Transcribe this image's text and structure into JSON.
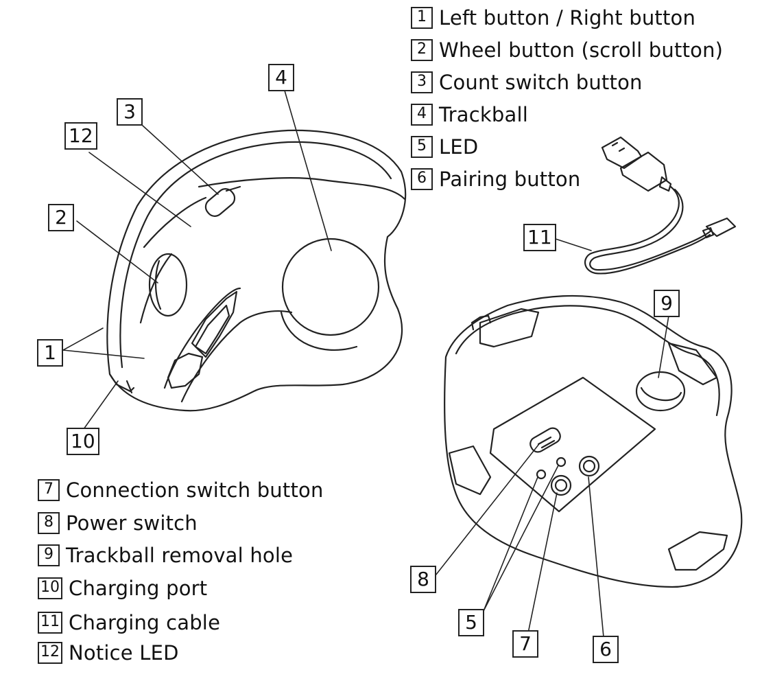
{
  "legend": [
    {
      "num": "1",
      "text": "Left button / Right button"
    },
    {
      "num": "2",
      "text": "Wheel button (scroll button)"
    },
    {
      "num": "3",
      "text": "Count switch button"
    },
    {
      "num": "4",
      "text": "Trackball"
    },
    {
      "num": "5",
      "text": "LED"
    },
    {
      "num": "6",
      "text": "Pairing button"
    },
    {
      "num": "7",
      "text": "Connection switch button"
    },
    {
      "num": "8",
      "text": "Power switch"
    },
    {
      "num": "9",
      "text": "Trackball removal hole"
    },
    {
      "num": "10",
      "text": "Charging port"
    },
    {
      "num": "11",
      "text": "Charging cable"
    },
    {
      "num": "12",
      "text": "Notice LED"
    }
  ],
  "callouts": {
    "c1": "1",
    "c2": "2",
    "c3": "3",
    "c4": "4",
    "c5": "5",
    "c6": "6",
    "c7": "7",
    "c8": "8",
    "c9": "9",
    "c10": "10",
    "c11": "11",
    "c12": "12"
  }
}
